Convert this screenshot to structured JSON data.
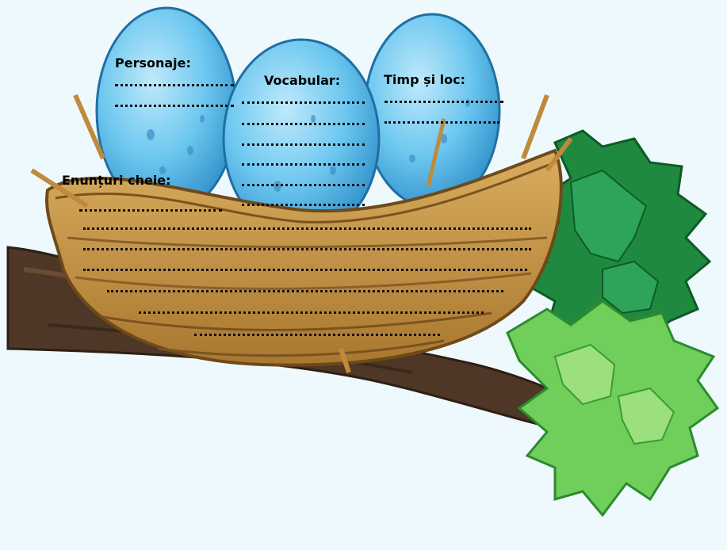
{
  "worksheet": {
    "characters_label": "Personaje:",
    "vocabulary_label": "Vocabular:",
    "time_place_label": "Timp și loc:",
    "key_statements_label": "Enunțuri cheie:"
  },
  "colors": {
    "background": "#eef9fd",
    "egg": "#6cc7ef",
    "nest": "#c89a4c",
    "branch": "#4e3726",
    "leaves_dark": "#1f8a3f",
    "leaves_light": "#6fcf5a"
  }
}
